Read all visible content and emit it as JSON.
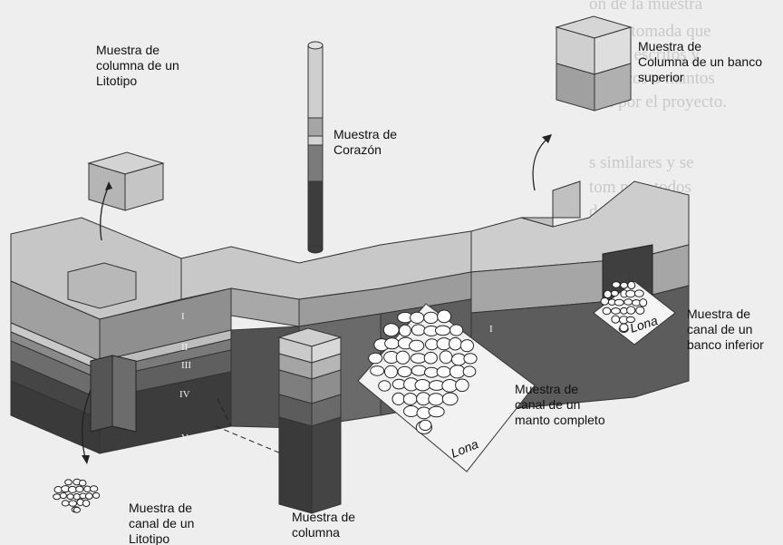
{
  "labels": {
    "litotipo_column": [
      "Muestra de",
      "columna de un",
      "Litotipo"
    ],
    "corazon": [
      "Muestra de",
      "Corazón"
    ],
    "upper_bench": [
      "Muestra de",
      "Columna de un banco",
      "superior"
    ],
    "lower_bench": [
      "Muestra de",
      "canal de un",
      "banco inferior"
    ],
    "full_seam": [
      "Muestra de",
      "canal de un",
      "manto completo"
    ],
    "litotipo_channel": [
      "Muestra de",
      "canal de un",
      "Litotipo"
    ],
    "column": [
      "Muestra de",
      "columna"
    ],
    "lona_1": "Lona",
    "lona_2": "Lona"
  },
  "layers": [
    "I",
    "II",
    "III",
    "IV",
    "V"
  ],
  "layer_small": "I",
  "background_text": [
    "ón de la muestra",
    "ra ser tomada que",
    "en los escritos y",
    "s bancos o mantos",
    "den por el proyecto.",
    "s similares y se",
    "tom para todos",
    "dese por el"
  ],
  "colors": {
    "layer_top": "#c8c8c8",
    "layer_1": "#9e9e9e",
    "layer_2": "#c6c6c6",
    "layer_3": "#8a8a8a",
    "layer_4": "#6e6e6e",
    "layer_5": "#454545"
  }
}
